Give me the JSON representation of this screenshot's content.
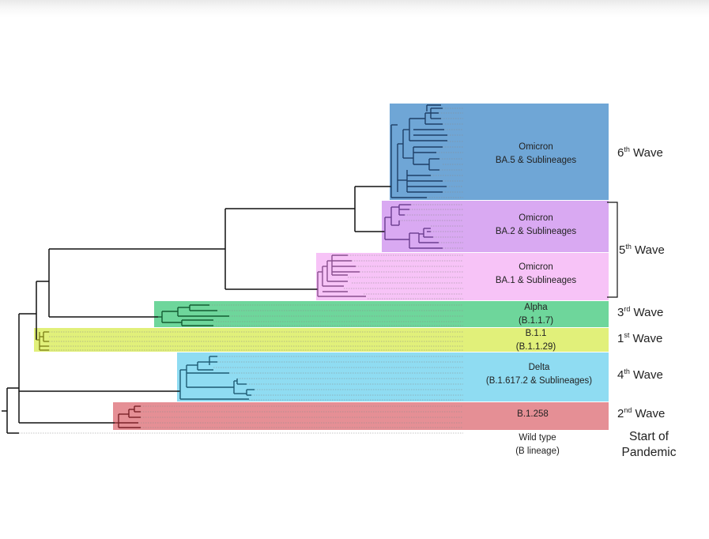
{
  "clades": [
    {
      "id": "ba5",
      "label_line1": "Omicron",
      "label_line2": "BA.5 & Sublineages",
      "color": "#6fa6d6"
    },
    {
      "id": "ba2",
      "label_line1": "Omicron",
      "label_line2": "BA.2 & Sublineages",
      "color": "#d9a9f2"
    },
    {
      "id": "ba1",
      "label_line1": "Omicron",
      "label_line2": "BA.1 & Sublineages",
      "color": "#f7c3f7"
    },
    {
      "id": "alpha",
      "label_line1": "Alpha",
      "label_line2": "(B.1.1.7)",
      "color": "#6ed69b"
    },
    {
      "id": "b11",
      "label_line1": "B.1.1",
      "label_line2": "(B.1.1.29)",
      "color": "#e1f07a"
    },
    {
      "id": "delta",
      "label_line1": "Delta",
      "label_line2": "(B.1.617.2 & Sublineages)",
      "color": "#8fdcf2"
    },
    {
      "id": "b1258",
      "label_line1": "B.1.258",
      "label_line2": "",
      "color": "#e58f95"
    },
    {
      "id": "wild",
      "label_line1": "Wild type",
      "label_line2": "(B lineage)",
      "color": "#ffffff"
    }
  ],
  "waves": {
    "w6": {
      "num": "6",
      "sup": "th",
      "text": " Wave"
    },
    "w5": {
      "num": "5",
      "sup": "th",
      "text": " Wave"
    },
    "w3": {
      "num": "3",
      "sup": "rd",
      "text": " Wave"
    },
    "w1": {
      "num": "1",
      "sup": "st",
      "text": " Wave"
    },
    "w4": {
      "num": "4",
      "sup": "th",
      "text": " Wave"
    },
    "w2": {
      "num": "2",
      "sup": "nd",
      "text": " Wave"
    }
  },
  "start": {
    "line1": "Start of",
    "line2": "Pandemic"
  },
  "colors": {
    "branch": "#111111",
    "ba5_branch": "#1f3f66",
    "ba2_branch": "#6a3d8f",
    "ba1_branch": "#8a4f8f",
    "alpha_branch": "#135c33",
    "b11_branch": "#7a7d16",
    "delta_branch": "#1d5a73",
    "b1258_branch": "#7a2128"
  }
}
